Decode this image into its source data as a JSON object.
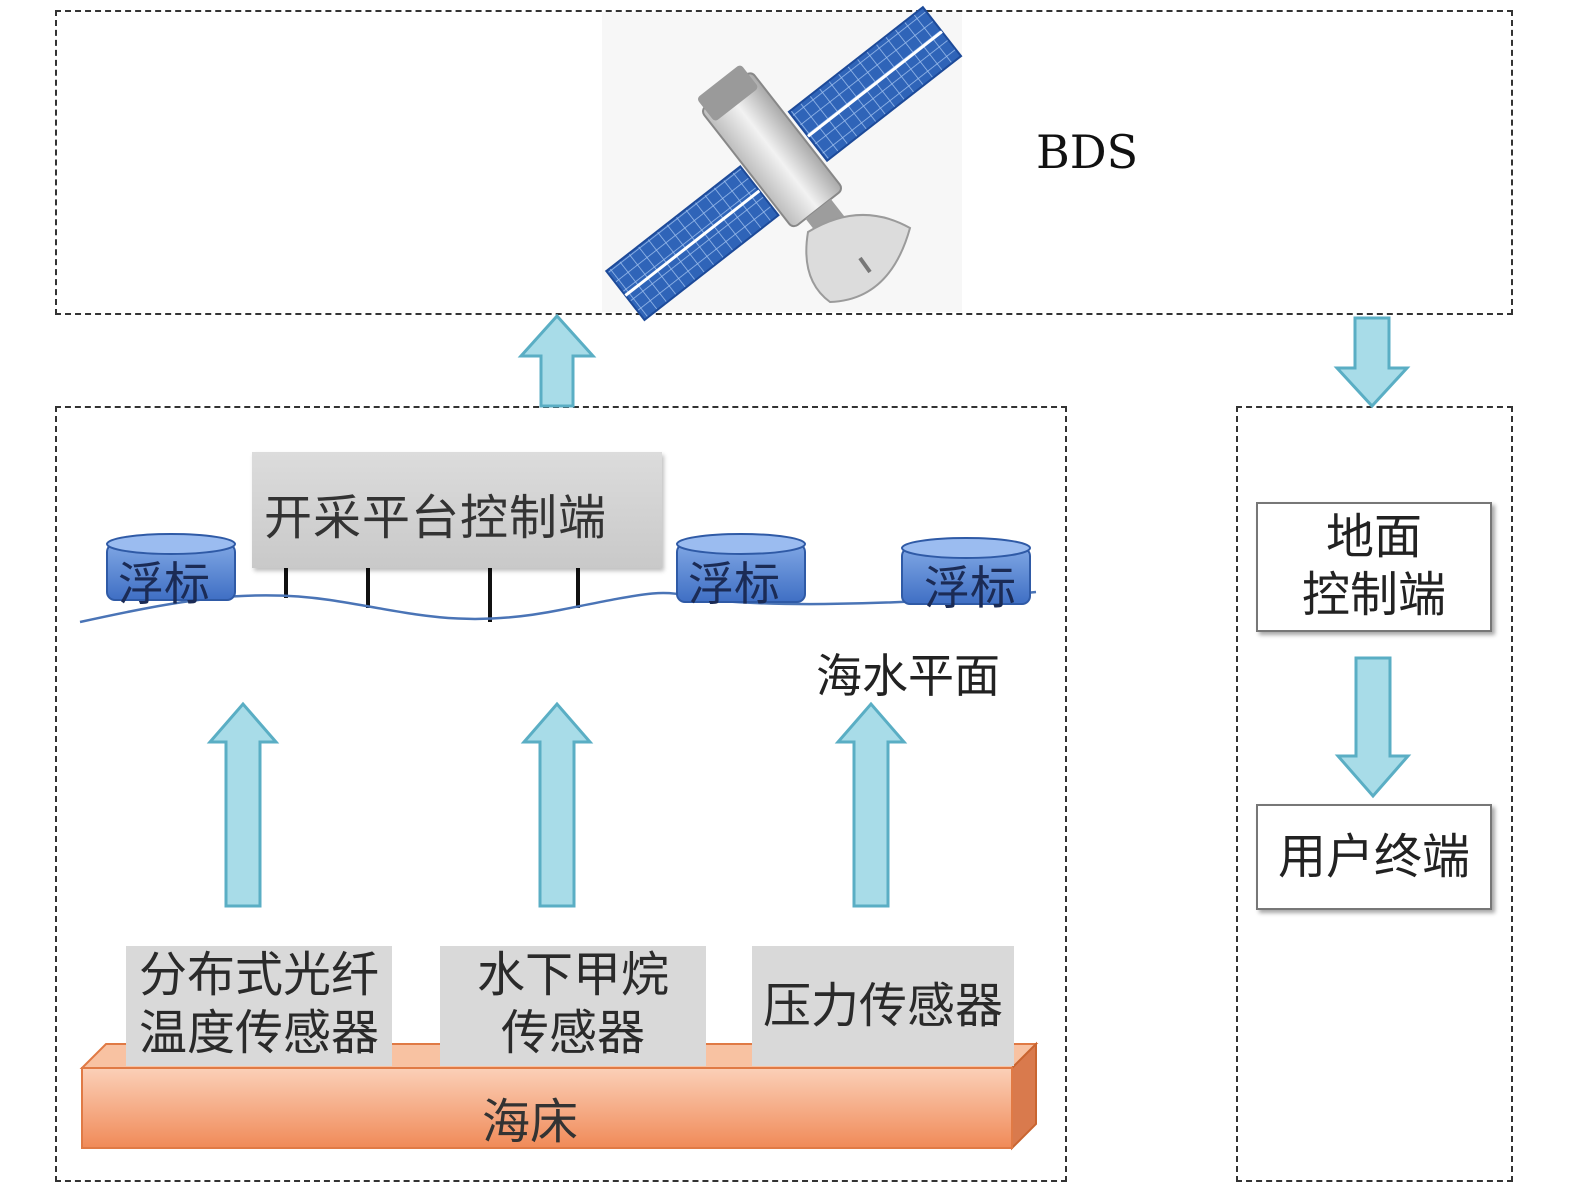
{
  "satellite": {
    "label": "BDS"
  },
  "platform": {
    "label": "开采平台控制端"
  },
  "buoys": [
    {
      "label": "浮标"
    },
    {
      "label": "浮标"
    },
    {
      "label": "浮标"
    }
  ],
  "sea_surface": {
    "label": "海水平面"
  },
  "sensors": [
    {
      "line1": "分布式光纤",
      "line2": "温度传感器"
    },
    {
      "line1": "水下甲烷",
      "line2": "传感器"
    },
    {
      "line1": "压力传感器"
    }
  ],
  "seabed": {
    "label": "海床"
  },
  "ground": {
    "line1": "地面",
    "line2": "控制端"
  },
  "user_terminal": {
    "label": "用户终端"
  },
  "colors": {
    "arrow_fill": "#a8dce8",
    "arrow_stroke": "#5aaec4",
    "buoy": "#4f7fcf",
    "seabed": "#f4a57c",
    "panel": "#2f64b8"
  }
}
